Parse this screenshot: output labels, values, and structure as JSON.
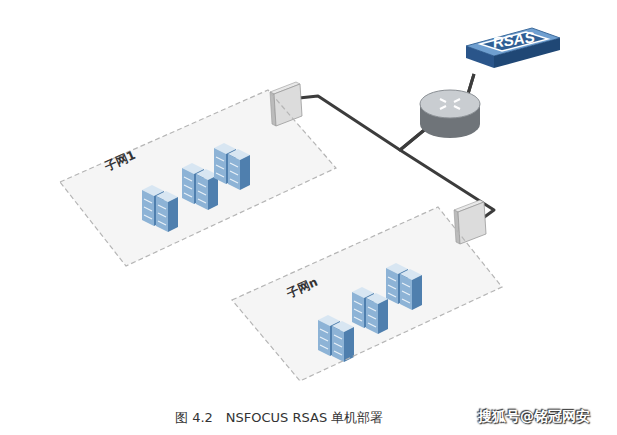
{
  "diagram": {
    "caption": "图 4.2　NSFOCUS RSAS 单机部署",
    "nodes": [
      {
        "text": [
          "子网1"
        ]
      },
      {
        "text": [
          "子网n"
        ]
      },
      {
        "text": [
          "RSAS"
        ]
      }
    ],
    "edges": [
      {
        "from": 0,
        "to": 2,
        "arrow": "none"
      },
      {
        "from": 1,
        "to": 2,
        "arrow": "none"
      }
    ],
    "labels": [
      "搜狐号@铭冠网安"
    ]
  }
}
